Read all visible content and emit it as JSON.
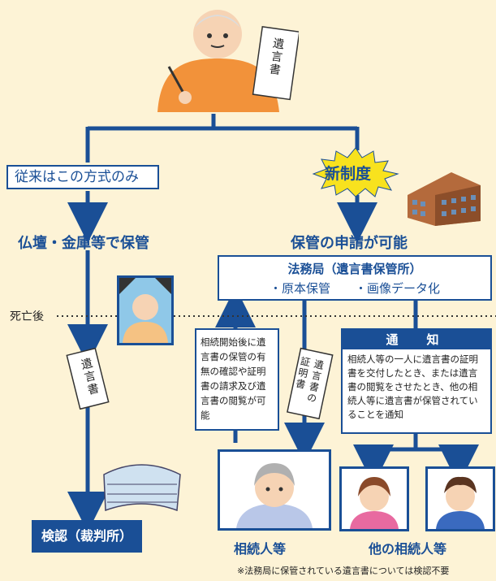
{
  "testator_document": "遺言書",
  "conventional": {
    "label": "従来はこの方式のみ",
    "storage": "仏壇・金庫等で保管",
    "document": "遺言書",
    "probate": "検認（裁判所）"
  },
  "new_system": {
    "badge": "新制度",
    "headline": "保管の申請が可能",
    "bureau_title": "法務局（遺言書保管所）",
    "bureau_items": "・原本保管　　・画像データ化"
  },
  "after_death_label": "死亡後",
  "heir_access_note": "相続開始後に遺言書の保管の有無の確認や証明書の請求及び遺言書の閲覧が可能",
  "certificate_label": "遺言書の証明書",
  "notice": {
    "title": "通　知",
    "body": "相続人等の一人に遺言書の証明書を交付したとき、または遺言書の閲覧をさせたとき、他の相続人等に遺言書が保管されていることを通知"
  },
  "heir_label": "相続人等",
  "other_heirs_label": "他の相続人等",
  "footnote": "※法務局に保管されている遺言書については検認不要",
  "colors": {
    "accent": "#1a4f96",
    "background": "#fdf3d6",
    "badge": "#f8e21e"
  }
}
